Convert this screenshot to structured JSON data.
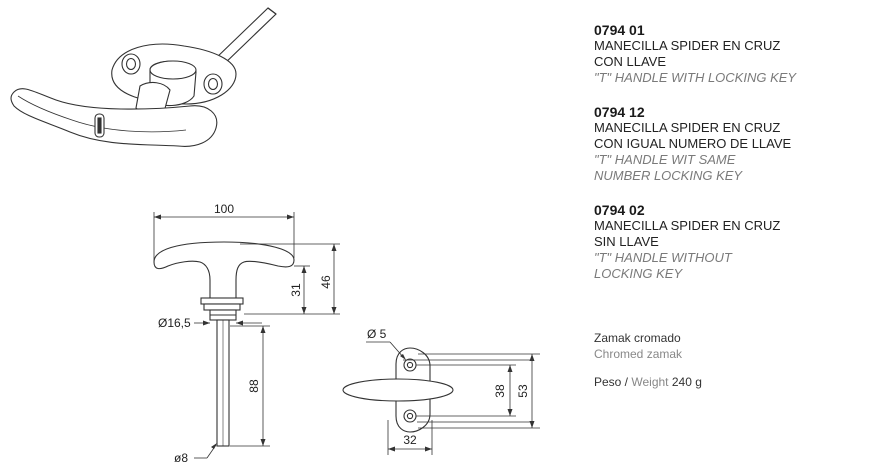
{
  "products": [
    {
      "code": "0794 01",
      "spanish": [
        "MANECILLA SPIDER EN CRUZ",
        "CON LLAVE"
      ],
      "english": [
        "\"T\"  HANDLE WITH  LOCKING KEY"
      ]
    },
    {
      "code": "0794 12",
      "spanish": [
        "MANECILLA SPIDER EN CRUZ",
        "CON IGUAL NUMERO DE LLAVE"
      ],
      "english": [
        "\"T\"  HANDLE WIT  SAME",
        "NUMBER LOCKING  KEY"
      ]
    },
    {
      "code": "0794 02",
      "spanish": [
        "MANECILLA SPIDER EN CRUZ",
        "SIN LLAVE"
      ],
      "english": [
        "\"T\"  HANDLE WITHOUT",
        "LOCKING KEY"
      ]
    }
  ],
  "material": {
    "spanish": "Zamak cromado",
    "english": "Chromed zamak"
  },
  "weight": {
    "label_es": "Peso /",
    "label_en": "Weight",
    "value": "240 g"
  },
  "dimensions": {
    "width_total": "100",
    "height_handle": "31",
    "height_total": "46",
    "collar_diameter": "Ø16,5",
    "shaft_length": "88",
    "shaft_diameter": "ø8",
    "hole_diameter": "Ø 5",
    "hole_spacing": "38",
    "plate_height": "53",
    "plate_width": "32"
  }
}
